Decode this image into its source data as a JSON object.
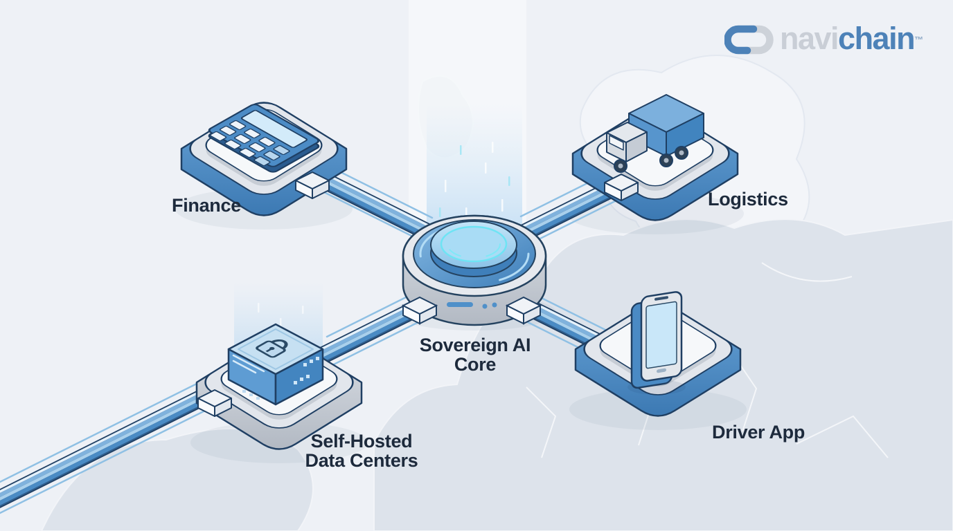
{
  "brand": {
    "wordmark_gray": "navi",
    "wordmark_blue": "chain",
    "trademark": "™",
    "logo_icon": "chain-links-icon"
  },
  "core": {
    "label_line1": "Sovereign AI",
    "label_line2": "Core",
    "icon": "glowing-core-platform-icon"
  },
  "nodes": {
    "finance": {
      "label": "Finance",
      "icon": "calculator-icon"
    },
    "logistics": {
      "label": "Logistics",
      "icon": "truck-icon"
    },
    "data_centers": {
      "label_line1": "Self-Hosted",
      "label_line2": "Data Centers",
      "icon": "lock-server-icon"
    },
    "driver_app": {
      "label": "Driver App",
      "icon": "smartphone-icon"
    }
  },
  "background": {
    "map": "europe-map-silhouette"
  },
  "colors": {
    "background": "#eef1f6",
    "map_land": "#dde3eb",
    "accent_blue": "#4a8ac5",
    "pipe_light": "#a9d0ec",
    "outline_navy": "#1f3f63",
    "platform_gray": "#c6cbd4",
    "glow_cyan": "#7fe9f7",
    "text": "#1d2a3c",
    "logo_gray": "#c9ced6",
    "logo_blue": "#4d82b8"
  }
}
